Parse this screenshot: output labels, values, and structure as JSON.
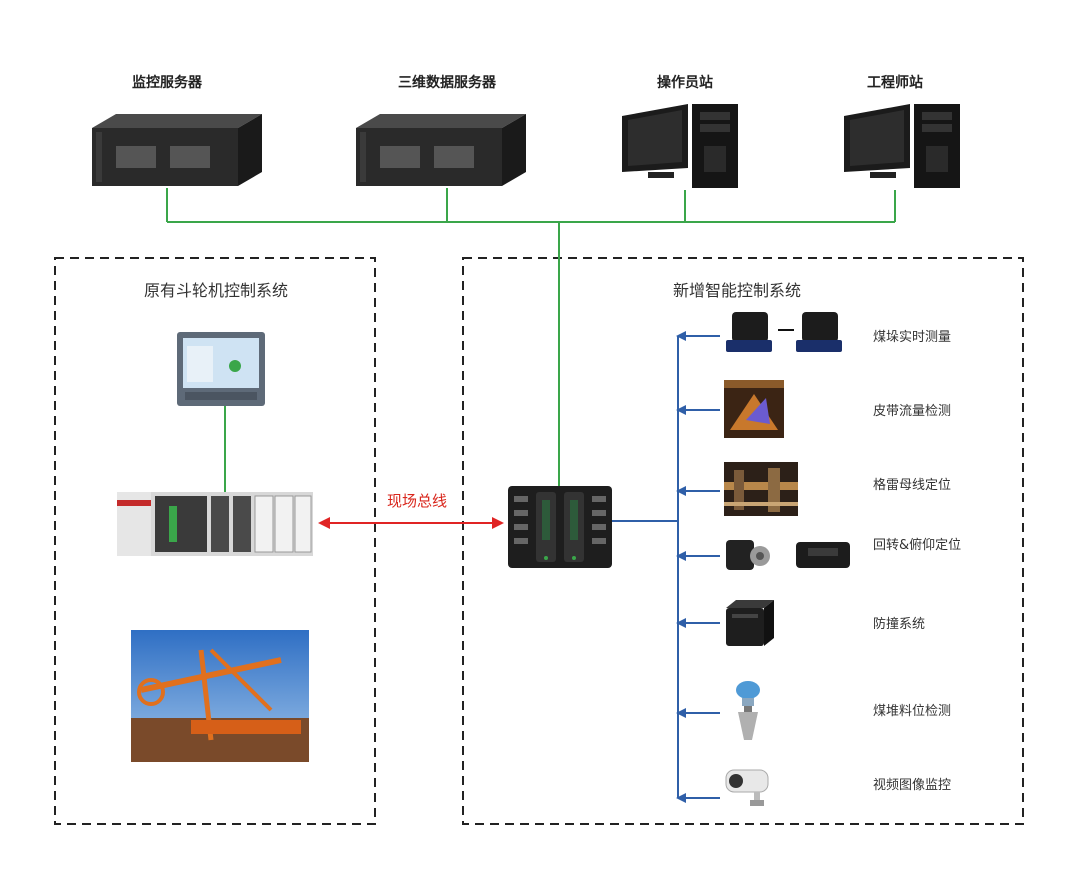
{
  "top_devices": [
    {
      "label": "监控服务器"
    },
    {
      "label": "三维数据服务器"
    },
    {
      "label": "操作员站"
    },
    {
      "label": "工程师站"
    }
  ],
  "left_group": {
    "title": "原有斗轮机控制系统"
  },
  "right_group": {
    "title": "新增智能控制系统"
  },
  "fieldbus": {
    "label": "现场总线"
  },
  "devices": [
    {
      "label": "煤垛实时测量"
    },
    {
      "label": "皮带流量检测"
    },
    {
      "label": "格雷母线定位"
    },
    {
      "label": "回转&俯仰定位"
    },
    {
      "label": "防撞系统"
    },
    {
      "label": "煤堆料位检测"
    },
    {
      "label": "视频图像监控"
    }
  ],
  "colors": {
    "network": "#3aa64a",
    "fieldbus": "#e02424",
    "device_bus": "#2f5fa8",
    "dashed_box": "#222222"
  }
}
